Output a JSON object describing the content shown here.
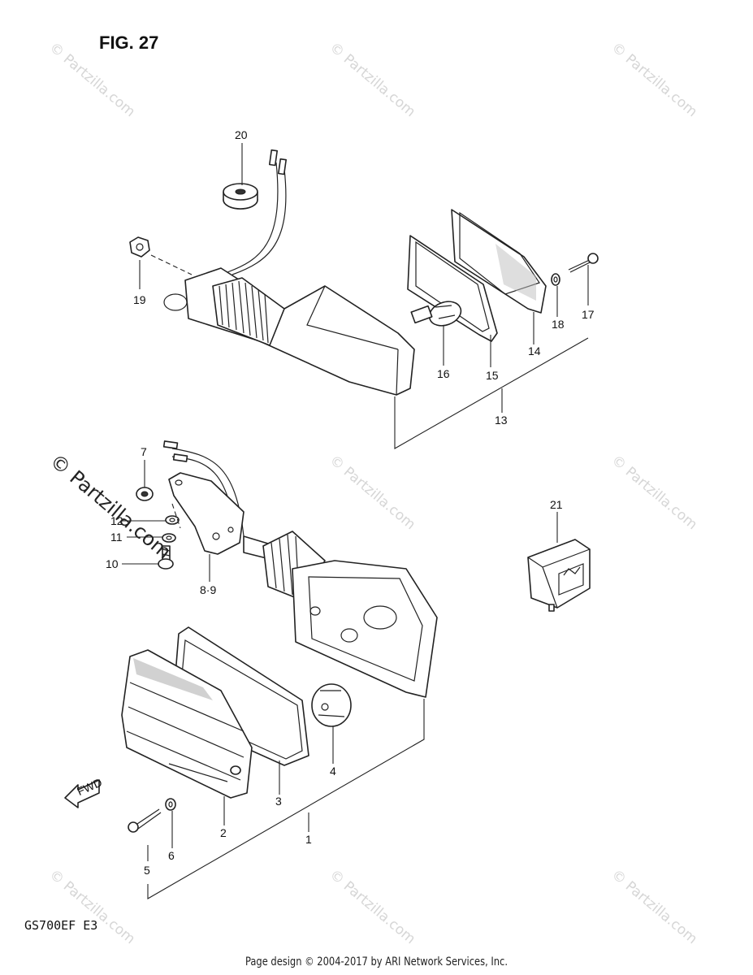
{
  "figure": {
    "title": "FIG. 27",
    "model": "GS700EF  E3"
  },
  "footer": {
    "text": "Page design © 2004-2017 by ARI Network Services, Inc."
  },
  "watermark": {
    "text": "© Partzilla.com"
  },
  "callouts": {
    "c1": "1",
    "c2": "2",
    "c3": "3",
    "c4": "4",
    "c5": "5",
    "c6": "6",
    "c7": "7",
    "c89": "8·9",
    "c10": "10",
    "c11": "11",
    "c12": "12",
    "c13": "13",
    "c14": "14",
    "c15": "15",
    "c16": "16",
    "c17": "17",
    "c18": "18",
    "c19": "19",
    "c20": "20",
    "c21": "21"
  },
  "fwd_label": "FWD"
}
